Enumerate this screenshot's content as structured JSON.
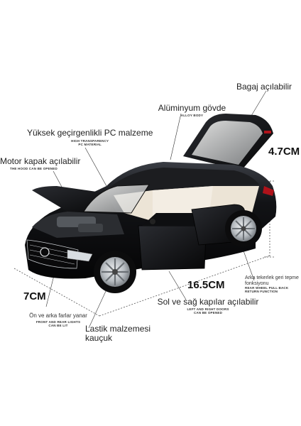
{
  "annotations": {
    "trunk": {
      "label": "Bagaj açılabilir"
    },
    "aluminum": {
      "label": "Alüminyum gövde",
      "sub": "ALLOY BODY"
    },
    "glass": {
      "label": "Yüksek geçirgenlikli PC malzeme",
      "sub1": "HIGH TRANSPARENCY",
      "sub2": "PC MATERIAL"
    },
    "hood": {
      "label": "Motor kapak açılabilir",
      "sub": "THE HOOD CAN BE OPENED"
    },
    "lights": {
      "label": "Ön ve arka farlar yanar",
      "sub1": "FRONT AND REAR LIGHTS",
      "sub2": "CAN BE LIT"
    },
    "doors": {
      "label": "Sol ve sağ kapılar açılabilir",
      "sub1": "LEFT AND RIGHT DOORS",
      "sub2": "CAN BE OPENED"
    },
    "tire": {
      "label1": "Lastik malzemesi",
      "label2": "kauçuk"
    },
    "pullback": {
      "label1": "Arka tekerlek geri tepme",
      "label2": "fonksiyonu",
      "sub1": "REAR WHEEL PULL BACK",
      "sub2": "RETURN FUNCTION"
    }
  },
  "dimensions": {
    "height": "4.7CM",
    "length": "16.5CM",
    "width": "7CM"
  },
  "colors": {
    "car_body": "#0d0d0f",
    "interior": "#ece4d6",
    "chrome": "#c8ccd0",
    "rim": "#b9bec3"
  }
}
